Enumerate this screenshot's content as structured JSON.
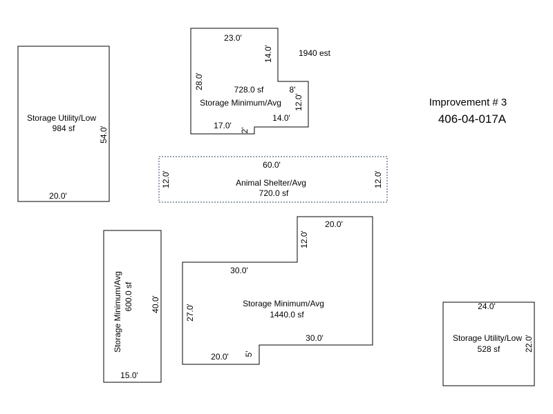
{
  "header": {
    "title": "Improvement # 3",
    "parcel": "406-04-017A"
  },
  "buildings": [
    {
      "name": "Storage Utility/Low",
      "area": "984 sf",
      "dims": [
        "54.0'",
        "20.0'"
      ]
    },
    {
      "name": "Storage Minimum/Avg",
      "area": "728.0 sf",
      "note": "1940 est",
      "dims": [
        "23.0'",
        "14.0'",
        "28.0'",
        "8'",
        "12.0'",
        "14.0'",
        "17.0'",
        "2'"
      ]
    },
    {
      "name": "Animal Shelter/Avg",
      "area": "720.0 sf",
      "dims": [
        "60.0'",
        "12.0'",
        "12.0'"
      ]
    },
    {
      "name": "Storage Minimum/Avg",
      "area": "600.0 sf",
      "dims": [
        "40.0'",
        "15.0'"
      ]
    },
    {
      "name": "Storage Minimum/Avg",
      "area": "1440.0 sf",
      "dims": [
        "20.0'",
        "12.0'",
        "30.0'",
        "27.0'",
        "30.0'",
        "20.0'",
        "5'"
      ]
    },
    {
      "name": "Storage Utility/Low",
      "area": "528 sf",
      "dims": [
        "24.0'",
        "22.0'"
      ]
    }
  ]
}
